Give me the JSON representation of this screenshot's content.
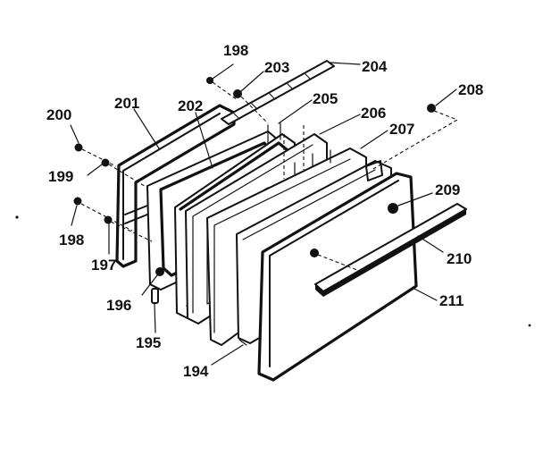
{
  "callouts": [
    {
      "id": "c195",
      "label": "195"
    },
    {
      "id": "c194",
      "label": "194"
    },
    {
      "id": "c196",
      "label": "196"
    },
    {
      "id": "c197",
      "label": "197"
    },
    {
      "id": "c198a",
      "label": "198"
    },
    {
      "id": "c198b",
      "label": "198"
    },
    {
      "id": "c199",
      "label": "199"
    },
    {
      "id": "c200",
      "label": "200"
    },
    {
      "id": "c201",
      "label": "201"
    },
    {
      "id": "c202",
      "label": "202"
    },
    {
      "id": "c203",
      "label": "203"
    },
    {
      "id": "c204",
      "label": "204"
    },
    {
      "id": "c205",
      "label": "205"
    },
    {
      "id": "c206",
      "label": "206"
    },
    {
      "id": "c207",
      "label": "207"
    },
    {
      "id": "c208",
      "label": "208"
    },
    {
      "id": "c209",
      "label": "209"
    },
    {
      "id": "c210",
      "label": "210"
    },
    {
      "id": "c211",
      "label": "211"
    }
  ],
  "colors": {
    "ink": "#111111",
    "paper": "#ffffff"
  }
}
